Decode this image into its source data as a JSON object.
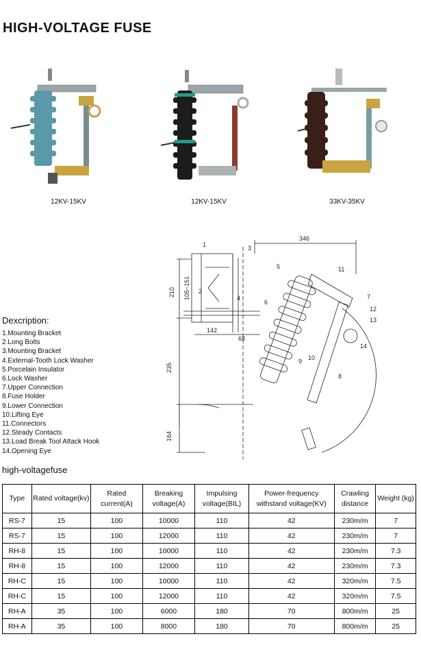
{
  "page": {
    "title": "HIGH-VOLTAGE FUSE"
  },
  "products": [
    {
      "caption": "12KV-15KV",
      "insulator_color": "#5a9aa8"
    },
    {
      "caption": "12KV-15KV",
      "insulator_color": "#1c1c1c"
    },
    {
      "caption": "33KV-35KV",
      "insulator_color": "#3a1f18"
    }
  ],
  "diagram": {
    "dimensions": {
      "d346": "346",
      "d210": "210",
      "d105_151": "105~151",
      "d142": "142",
      "d68": "68",
      "d235": "235",
      "d164": "164"
    },
    "callouts": [
      "1",
      "2",
      "3",
      "4",
      "5",
      "6",
      "7",
      "8",
      "9",
      "10",
      "11",
      "12",
      "13",
      "14"
    ]
  },
  "description": {
    "title": "Dexcription:",
    "items": [
      "1.Mounting Bracket",
      "2.Long Bolts",
      "3.Mounting Bracket",
      "4.External-Tooth Lock Washer",
      "5.Porcelain Insulator",
      "6.Lock Washer",
      "7.Upper Connection",
      "8.Fuse Holder",
      "9.Lower Connection",
      "10.Lifting Eye",
      "11.Connectors",
      "12.Steady Contacts",
      "13.Load Break Tool Attack Hook",
      "14.Opening Eye"
    ]
  },
  "table": {
    "caption": "high-voltagefuse",
    "headers": [
      "Type",
      "Rated voltage(kv)",
      "Rated current(A)",
      "Breaking voltage(A)",
      "Impulsing voltage(BIL)",
      "Power-frequency withstand voltage(KV)",
      "Crawling distance",
      "Weight (kg)"
    ],
    "rows": [
      [
        "RS-7",
        "15",
        "100",
        "10000",
        "110",
        "42",
        "230m/m",
        "7"
      ],
      [
        "RS-7",
        "15",
        "100",
        "12000",
        "110",
        "42",
        "230m/m",
        "7"
      ],
      [
        "RH-8",
        "15",
        "100",
        "10000",
        "110",
        "42",
        "230m/m",
        "7.3"
      ],
      [
        "RH-8",
        "15",
        "100",
        "12000",
        "110",
        "42",
        "230m/m",
        "7.3"
      ],
      [
        "RH-C",
        "15",
        "100",
        "10000",
        "110",
        "42",
        "320m/m",
        "7.5"
      ],
      [
        "RH-C",
        "15",
        "100",
        "12000",
        "110",
        "42",
        "320m/m",
        "7.5"
      ],
      [
        "RH-A",
        "35",
        "100",
        "6000",
        "180",
        "70",
        "800m/m",
        "25"
      ],
      [
        "RH-A",
        "35",
        "100",
        "8000",
        "180",
        "70",
        "800m/m",
        "25"
      ]
    ]
  }
}
